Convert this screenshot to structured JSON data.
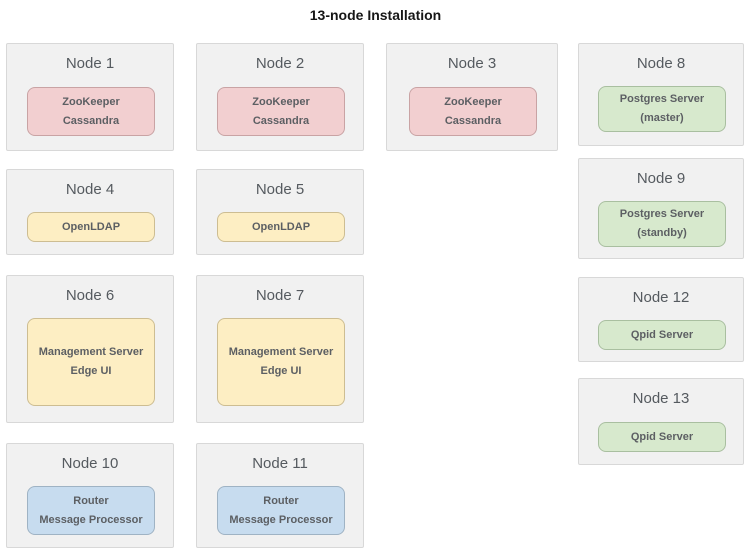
{
  "title": "13-node Installation",
  "colors": {
    "node_box_bg": "#f1f1f1",
    "node_box_border": "#d8d8d8",
    "pink_bg": "#f2cfd0",
    "pink_border": "#c9a3a4",
    "green_bg": "#d7e9cd",
    "green_border": "#a9bfa0",
    "yellow_bg": "#fdeec3",
    "yellow_border": "#cdbd92",
    "blue_bg": "#c7dcef",
    "blue_border": "#9fb3c4",
    "label_text": "#555a5f",
    "service_text": "#5c5f63",
    "title_text": "#161616"
  },
  "nodes": [
    {
      "label": "Node 1",
      "color": "pink",
      "services": [
        "ZooKeeper",
        "Cassandra"
      ]
    },
    {
      "label": "Node 2",
      "color": "pink",
      "services": [
        "ZooKeeper",
        "Cassandra"
      ]
    },
    {
      "label": "Node 3",
      "color": "pink",
      "services": [
        "ZooKeeper",
        "Cassandra"
      ]
    },
    {
      "label": "Node 8",
      "color": "green",
      "services": [
        "Postgres Server",
        "(master)"
      ]
    },
    {
      "label": "Node 4",
      "color": "yellow",
      "services": [
        "OpenLDAP"
      ]
    },
    {
      "label": "Node 5",
      "color": "yellow",
      "services": [
        "OpenLDAP"
      ]
    },
    {
      "label": "Node 9",
      "color": "green",
      "services": [
        "Postgres Server",
        "(standby)"
      ]
    },
    {
      "label": "Node 6",
      "color": "yellow",
      "services": [
        "Management Server",
        "Edge UI"
      ]
    },
    {
      "label": "Node 7",
      "color": "yellow",
      "services": [
        "Management Server",
        "Edge UI"
      ]
    },
    {
      "label": "Node 12",
      "color": "green",
      "services": [
        "Qpid Server"
      ]
    },
    {
      "label": "Node 13",
      "color": "green",
      "services": [
        "Qpid Server"
      ]
    },
    {
      "label": "Node 10",
      "color": "blue",
      "services": [
        "Router",
        "Message Processor"
      ]
    },
    {
      "label": "Node 11",
      "color": "blue",
      "services": [
        "Router",
        "Message Processor"
      ]
    }
  ]
}
